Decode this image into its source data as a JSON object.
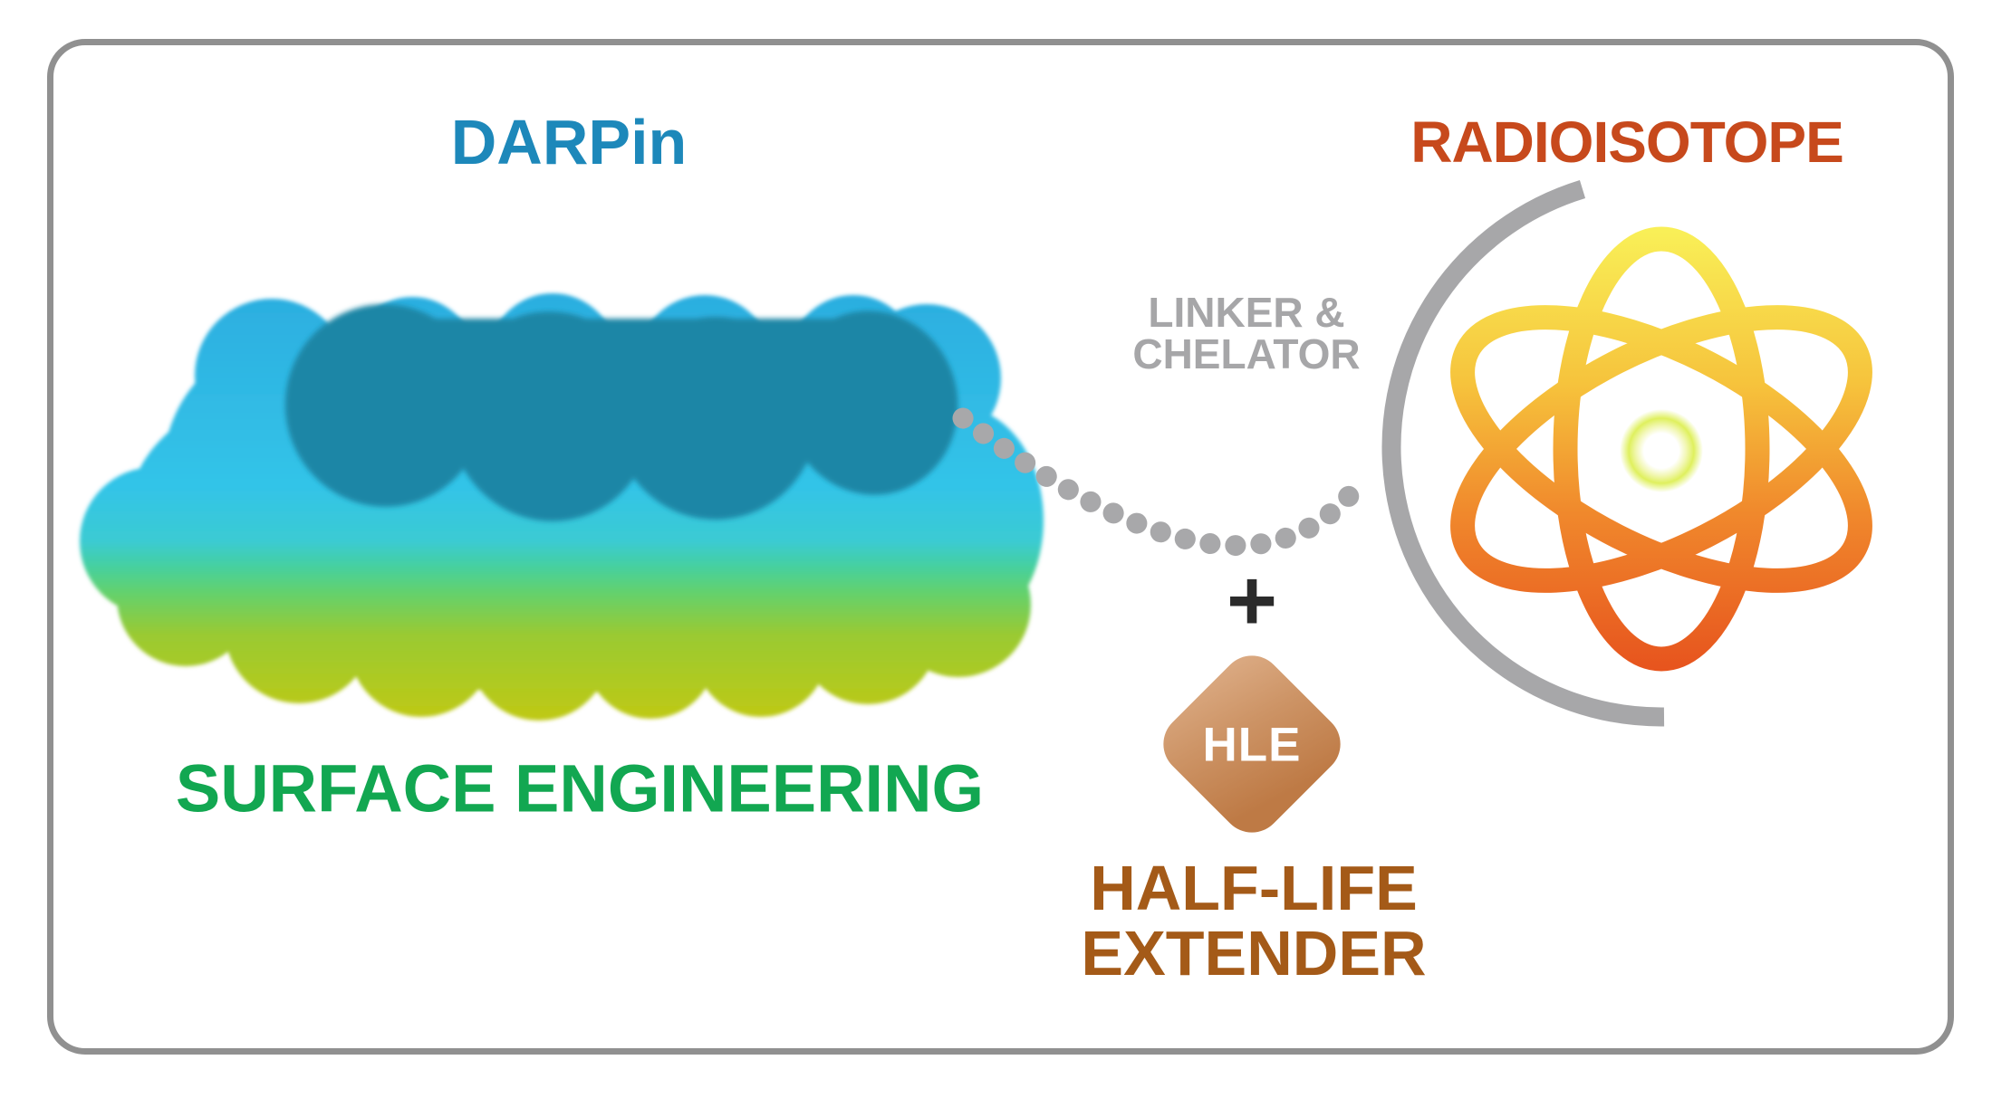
{
  "frame": {
    "border_color": "#909090",
    "background_color": "#ffffff"
  },
  "labels": {
    "darpin": {
      "text": "DARPin",
      "color": "#1D88BA"
    },
    "radioisotope": {
      "text": "RADIOISOTOPE",
      "color": "#C7491C"
    },
    "linker_chelator": {
      "line1": "LINKER &",
      "line2": "CHELATOR",
      "color": "#A6A6A8"
    },
    "plus": {
      "text": "+",
      "color": "#2B2B2B"
    },
    "hle": {
      "text": "HLE",
      "color": "#FFFFFF"
    },
    "half_life_extender": {
      "line1": "HALF-LIFE",
      "line2": "EXTENDER",
      "color": "#A45A18"
    },
    "surface_engineering": {
      "text": "SURFACE ENGINEERING",
      "color": "#12A751"
    }
  },
  "graphics": {
    "darpin_protein_blob": {
      "description": "lumpy protein surface rendering with electrostatic-style gradient",
      "top_color": "#2CAEE0",
      "mid_cyan_color": "#33C4E8",
      "turquoise_color": "#46D0A0",
      "green_color": "#63D16E",
      "bottom_color": "#BFC915",
      "inner_repeat_color": "#1E86A6"
    },
    "linker_dot_chain": {
      "dot_color": "#A8A8AA"
    },
    "chelator_arc": {
      "color": "#A7A7A9"
    },
    "atom": {
      "orbit_top_color": "#F9EF57",
      "orbit_mid_color": "#F0882C",
      "orbit_bottom_color": "#E7551E",
      "nucleus_ring_color": "#DFF05E",
      "nucleus_core_color": "#FFFFFF"
    },
    "hle_diamond": {
      "light_color": "#DCAC85",
      "mid_color": "#CD9466",
      "dark_color": "#BE7A45"
    }
  }
}
